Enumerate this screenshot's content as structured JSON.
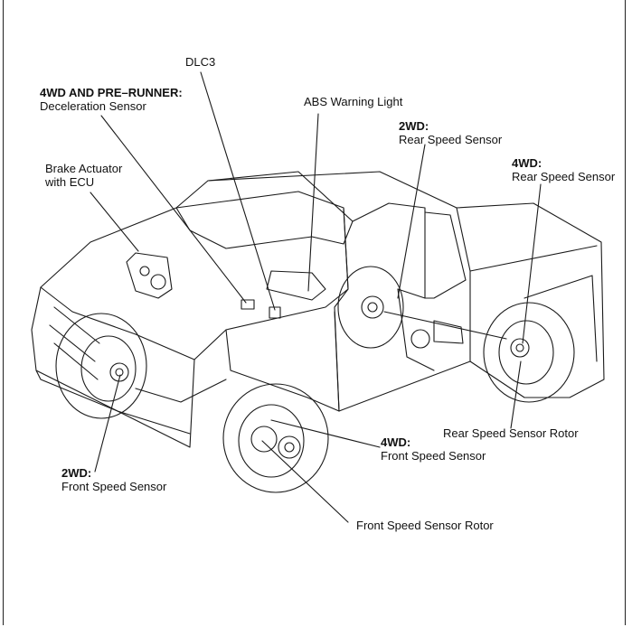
{
  "labels": {
    "dlc3": "DLC3",
    "decel_head": "4WD AND PRE–RUNNER:",
    "decel_body": "Deceleration Sensor",
    "abs_light": "ABS Warning Light",
    "rear2wd_head": "2WD:",
    "rear2wd_body": "Rear Speed Sensor",
    "rear4wd_head": "4WD:",
    "rear4wd_body": "Rear Speed Sensor",
    "actuator_l1": "Brake Actuator",
    "actuator_l2": "with ECU",
    "rear_rotor": "Rear Speed Sensor Rotor",
    "front4wd_head": "4WD:",
    "front4wd_body": "Front Speed Sensor",
    "front2wd_head": "2WD:",
    "front2wd_body": "Front Speed Sensor",
    "front_rotor": "Front Speed Sensor Rotor"
  },
  "colors": {
    "line": "#1a1a1a",
    "background": "#ffffff"
  }
}
